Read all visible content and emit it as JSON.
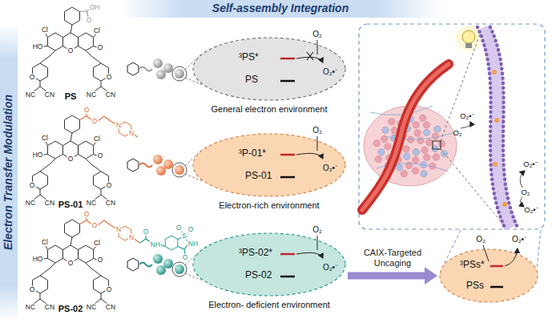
{
  "diagram": {
    "nodes": [
      {
        "text": [
          "Self-assembly Integration"
        ]
      },
      {
        "text": [
          "Electron Transfer Modulation"
        ]
      },
      {
        "text": [
          "³PS*",
          "PS",
          "General electron environment"
        ]
      },
      {
        "text": [
          "³P-01*",
          "PS-01",
          "Electron-rich environment"
        ]
      },
      {
        "text": [
          "³PS-02*",
          "PS-02",
          "Electron- deficient environment"
        ]
      },
      {
        "text": [
          "³PSs*",
          "PSs"
        ]
      }
    ],
    "edges": [
      {
        "from": 4,
        "to": 5,
        "arrow": "to",
        "label": "CAIX-Targeted Uncaging"
      }
    ],
    "labels": [
      "PS",
      "PS-01",
      "PS-02",
      "Cl",
      "HO",
      "O",
      "O",
      "Cl",
      "O",
      "O",
      "NC",
      "CN",
      "NC",
      "CN",
      "OH",
      "O",
      "Cl",
      "HO",
      "O",
      "O",
      "Cl",
      "O",
      "O",
      "NC",
      "CN",
      "NC",
      "CN",
      "O",
      "O",
      "N",
      "N",
      "Cl",
      "HO",
      "O",
      "O",
      "Cl",
      "O",
      "O",
      "NC",
      "CN",
      "NC",
      "CN",
      "O",
      "O",
      "N",
      "N",
      "O",
      "NH",
      "S",
      "O",
      "O",
      "NH",
      "O",
      "O₂",
      "O₂•⁻",
      "O₂",
      "O₂•⁻",
      "O₂",
      "O₂•⁻",
      "O₂",
      "O₂•⁻",
      "O₂•⁻",
      "O₂",
      "O₂•⁻",
      "O₂",
      "O₂•⁻"
    ]
  }
}
